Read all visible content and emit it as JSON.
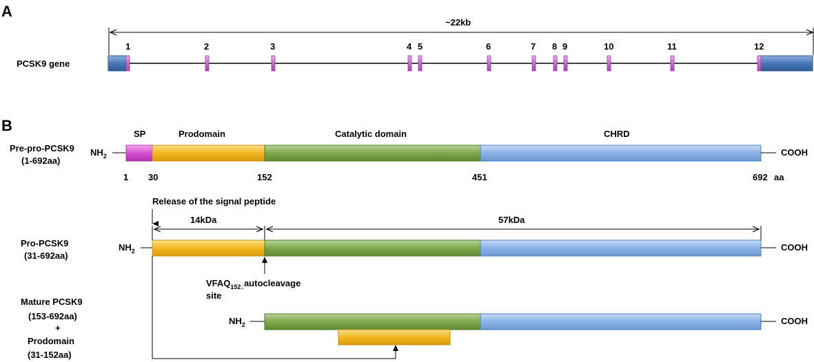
{
  "panel_a": {
    "letter": "A",
    "gene_label": "PCSK9 gene",
    "span_label": "~22kb",
    "exons": [
      "1",
      "2",
      "3",
      "4",
      "5",
      "6",
      "7",
      "8",
      "9",
      "10",
      "11",
      "12"
    ]
  },
  "panel_b": {
    "letter": "B",
    "domains": {
      "sp": "SP",
      "prodomain": "Prodomain",
      "catalytic": "Catalytic domain",
      "chrd": "CHRD"
    },
    "pre_pro": {
      "name": "Pre-pro-PCSK9",
      "range": "(1-692aa)"
    },
    "positions": [
      "1",
      "30",
      "152",
      "451",
      "692"
    ],
    "aa_unit": "aa",
    "n_term": "NH",
    "n_term_sub": "2",
    "c_term": "COOH",
    "release_label": "Release of the signal peptide",
    "mass_prodomain": "14kDa",
    "mass_mature": "57kDa",
    "pro": {
      "name": "Pro-PCSK9",
      "range": "(31-692aa)"
    },
    "cleavage": {
      "main": "VFAQ",
      "sub": "152↓",
      "rest": "autocleavage",
      "line2": "site"
    },
    "mature": {
      "line1": "Mature PCSK9",
      "line2": "(153-692aa)",
      "plus": "+",
      "line3": "Prodomain",
      "line4": "(31-152aa)"
    }
  },
  "colors": {
    "sp": "#d84fd6",
    "prodomain": "#f2b820",
    "catalytic": "#7ea84c",
    "chrd": "#8ab2e6",
    "utr": "#4a78b8",
    "exon": "#c86ad0"
  }
}
